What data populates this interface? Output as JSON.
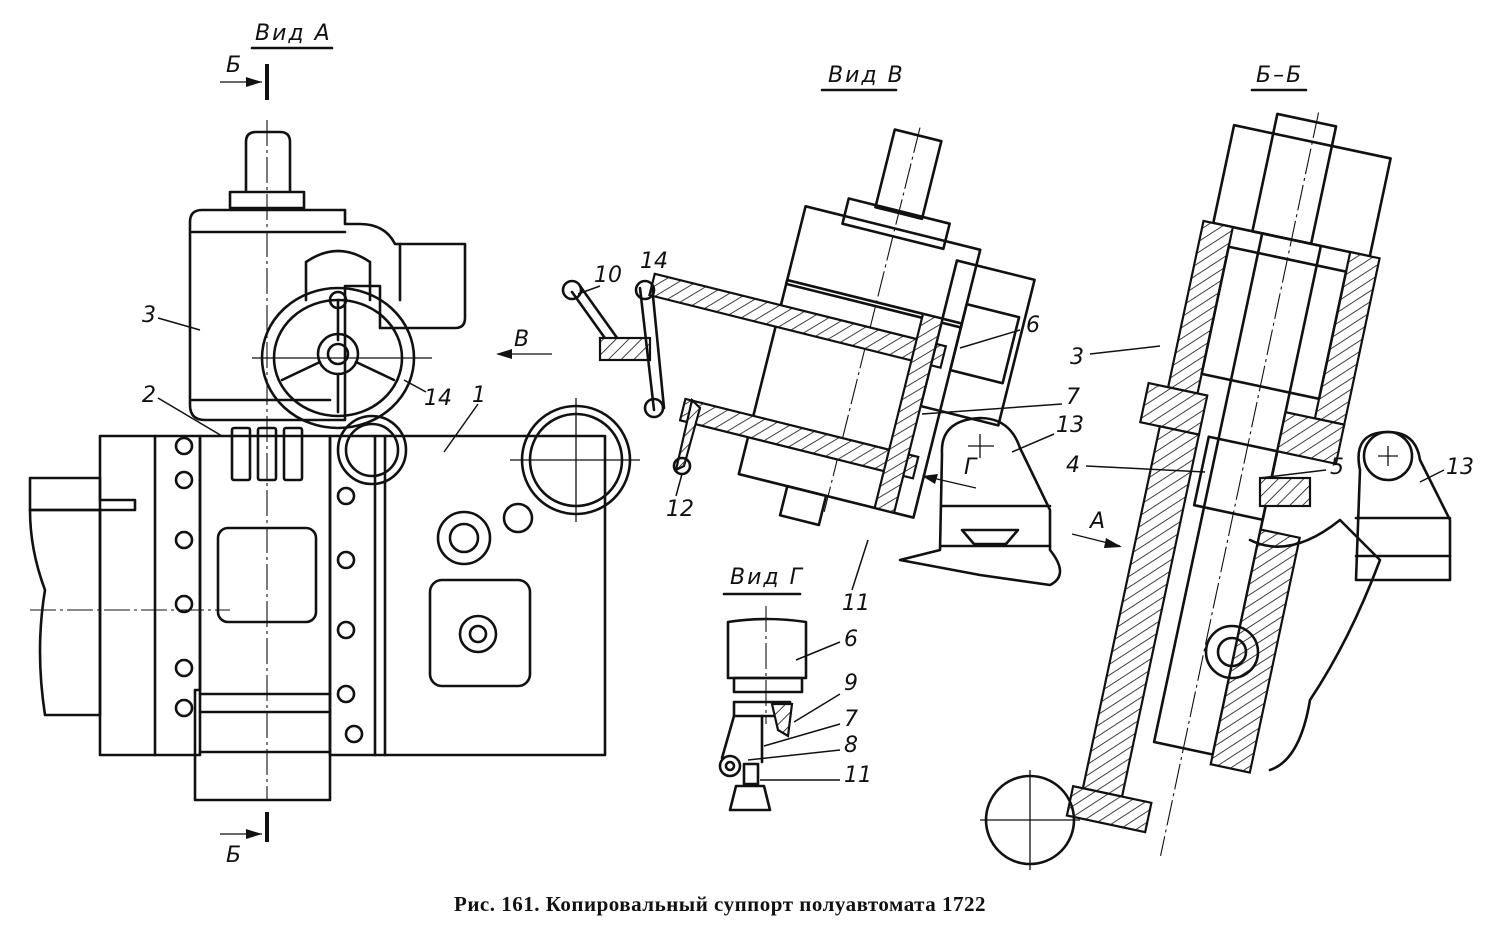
{
  "figure": {
    "caption": "Рис. 161. Копировальный суппорт полуавтомата 1722",
    "views": {
      "view_a": "Вид А",
      "view_v": "Вид В",
      "view_g": "Вид Г",
      "section_bb": "Б–Б"
    },
    "section_marks": {
      "top": "Б",
      "bottom": "Б"
    },
    "direction_arrows": {
      "v": "В",
      "g": "Г",
      "a": "А"
    },
    "callouts": {
      "view_a": [
        "3",
        "2",
        "14",
        "1"
      ],
      "view_v": [
        "10",
        "14",
        "6",
        "7",
        "13",
        "12",
        "11"
      ],
      "view_g": [
        "6",
        "9",
        "7",
        "8",
        "11"
      ],
      "section_bb": [
        "3",
        "4",
        "5",
        "13"
      ]
    }
  }
}
